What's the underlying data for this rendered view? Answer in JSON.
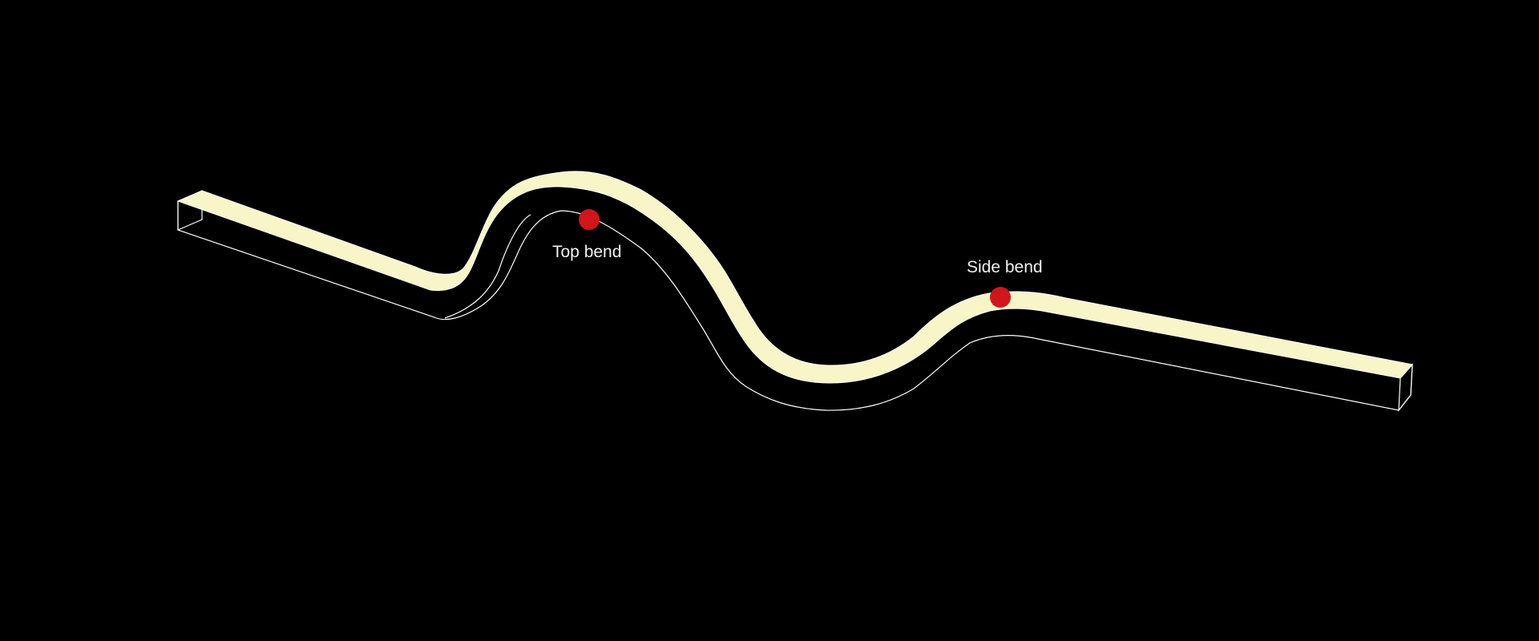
{
  "diagram": {
    "background_color": "#000000",
    "strip_face_color": "#f8f5c8",
    "outline_color": "#ffffff",
    "marker_color": "#d0161a",
    "annotations": [
      {
        "id": "top",
        "label": "Top bend"
      },
      {
        "id": "side",
        "label": "Side bend"
      }
    ]
  }
}
